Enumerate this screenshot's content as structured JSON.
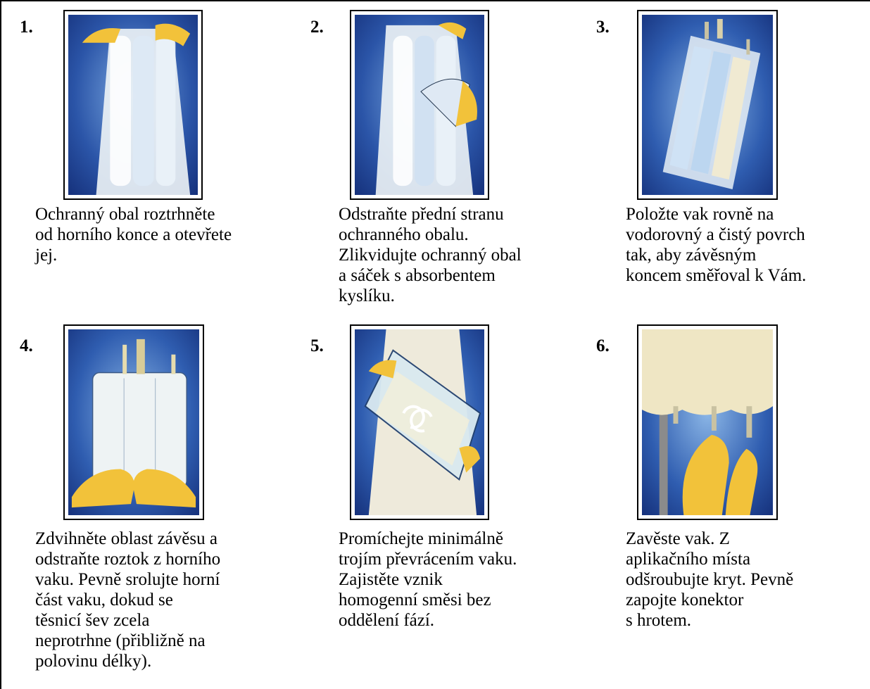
{
  "steps": [
    {
      "number": "1.",
      "icon": "tear-open-wrapper-illustration",
      "text": "Ochranný obal roztrhněte\nod horního konce a otevřete\njej."
    },
    {
      "number": "2.",
      "icon": "remove-wrapper-illustration",
      "text": "Odstraňte přední stranu\nochranného obalu.\nZlikvidujte ochranný obal\na sáček s absorbentem\nkyslíku."
    },
    {
      "number": "3.",
      "icon": "bag-flat-illustration",
      "text": "Položte vak rovně na\nvodorovný a čistý povrch\ntak, aby závěsným\nkoncem směřoval k Vám."
    },
    {
      "number": "4.",
      "icon": "roll-bag-illustration",
      "text": "Zdvihněte oblast závěsu a\nodstraňte roztok z horního\nvaku. Pevně srolujte horní\nčást vaku, dokud se\ntěsnicí šev zcela\nneprotrhne (přibližně na\npolovinu délky)."
    },
    {
      "number": "5.",
      "icon": "mix-bag-illustration",
      "text": "Promíchejte minimálně\ntrojím převrácením vaku.\nZajistěte vznik\nhomogenní směsi bez\noddělení fází."
    },
    {
      "number": "6.",
      "icon": "hang-bag-illustration",
      "text": "Zavěste vak. Z\naplikačního místa\nodšroubujte kryt. Pevně\nzapojte konektor\ns hrotem."
    }
  ],
  "colors": {
    "background_blue": "#1d3f93",
    "light_blue": "#6f9fd8",
    "glove_yellow": "#f2c23a",
    "bag_white": "#eef3f4",
    "bag_cream": "#efe6c4"
  }
}
